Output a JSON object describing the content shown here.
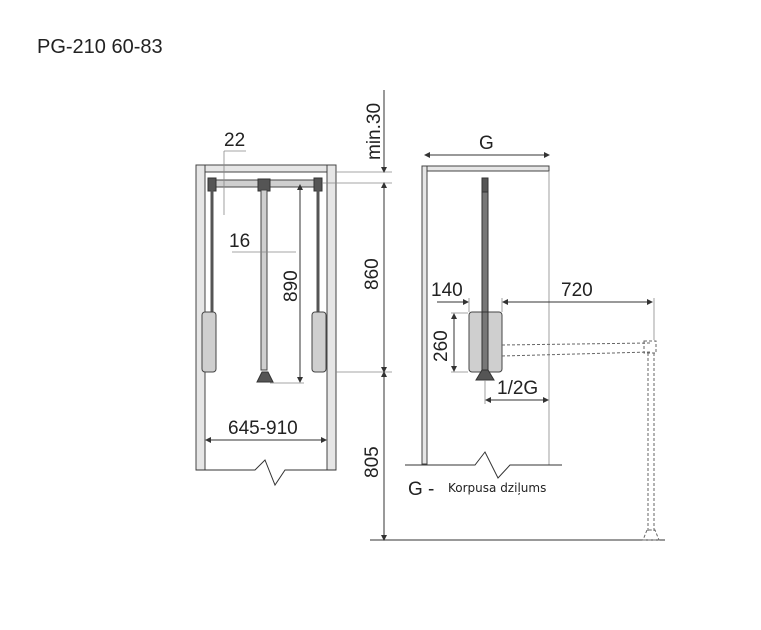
{
  "title": "PG-210 60-83",
  "front_view": {
    "dim_22": "22",
    "dim_16": "16",
    "dim_890": "890",
    "dim_width": "645-910"
  },
  "heights": {
    "dim_min30": "min.30",
    "dim_860": "860",
    "dim_805": "805"
  },
  "side_view": {
    "dim_G": "G",
    "dim_140": "140",
    "dim_720": "720",
    "dim_260": "260",
    "dim_half_G": "1/2G"
  },
  "legend": {
    "symbol": "G -",
    "text": "Korpusa dziļums"
  }
}
